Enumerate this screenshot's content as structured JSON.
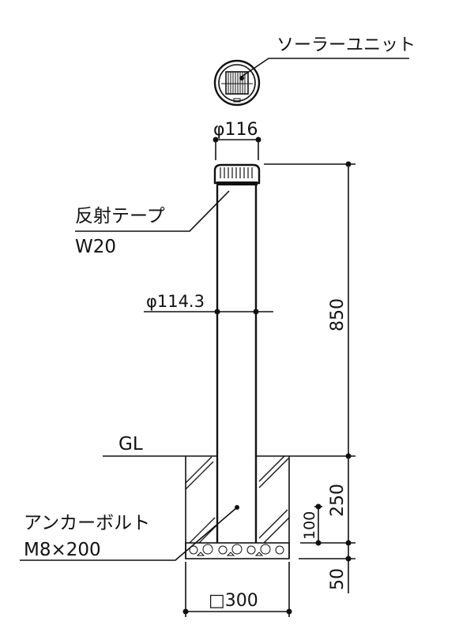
{
  "labels": {
    "solar_unit": "ソーラーユニット",
    "cap_diameter": "φ116",
    "reflective_tape": "反射テープ",
    "tape_width": "W20",
    "pole_diameter": "φ114.3",
    "ground_level": "GL",
    "anchor_bolt": "アンカーボルト",
    "anchor_spec": "M8×200",
    "foundation_size": "□300"
  },
  "dimensions": {
    "height_above_ground": "850",
    "embed_depth": "250",
    "anchor_depth": "100",
    "gravel_depth": "50"
  },
  "colors": {
    "line": "#111111",
    "background": "#ffffff"
  }
}
